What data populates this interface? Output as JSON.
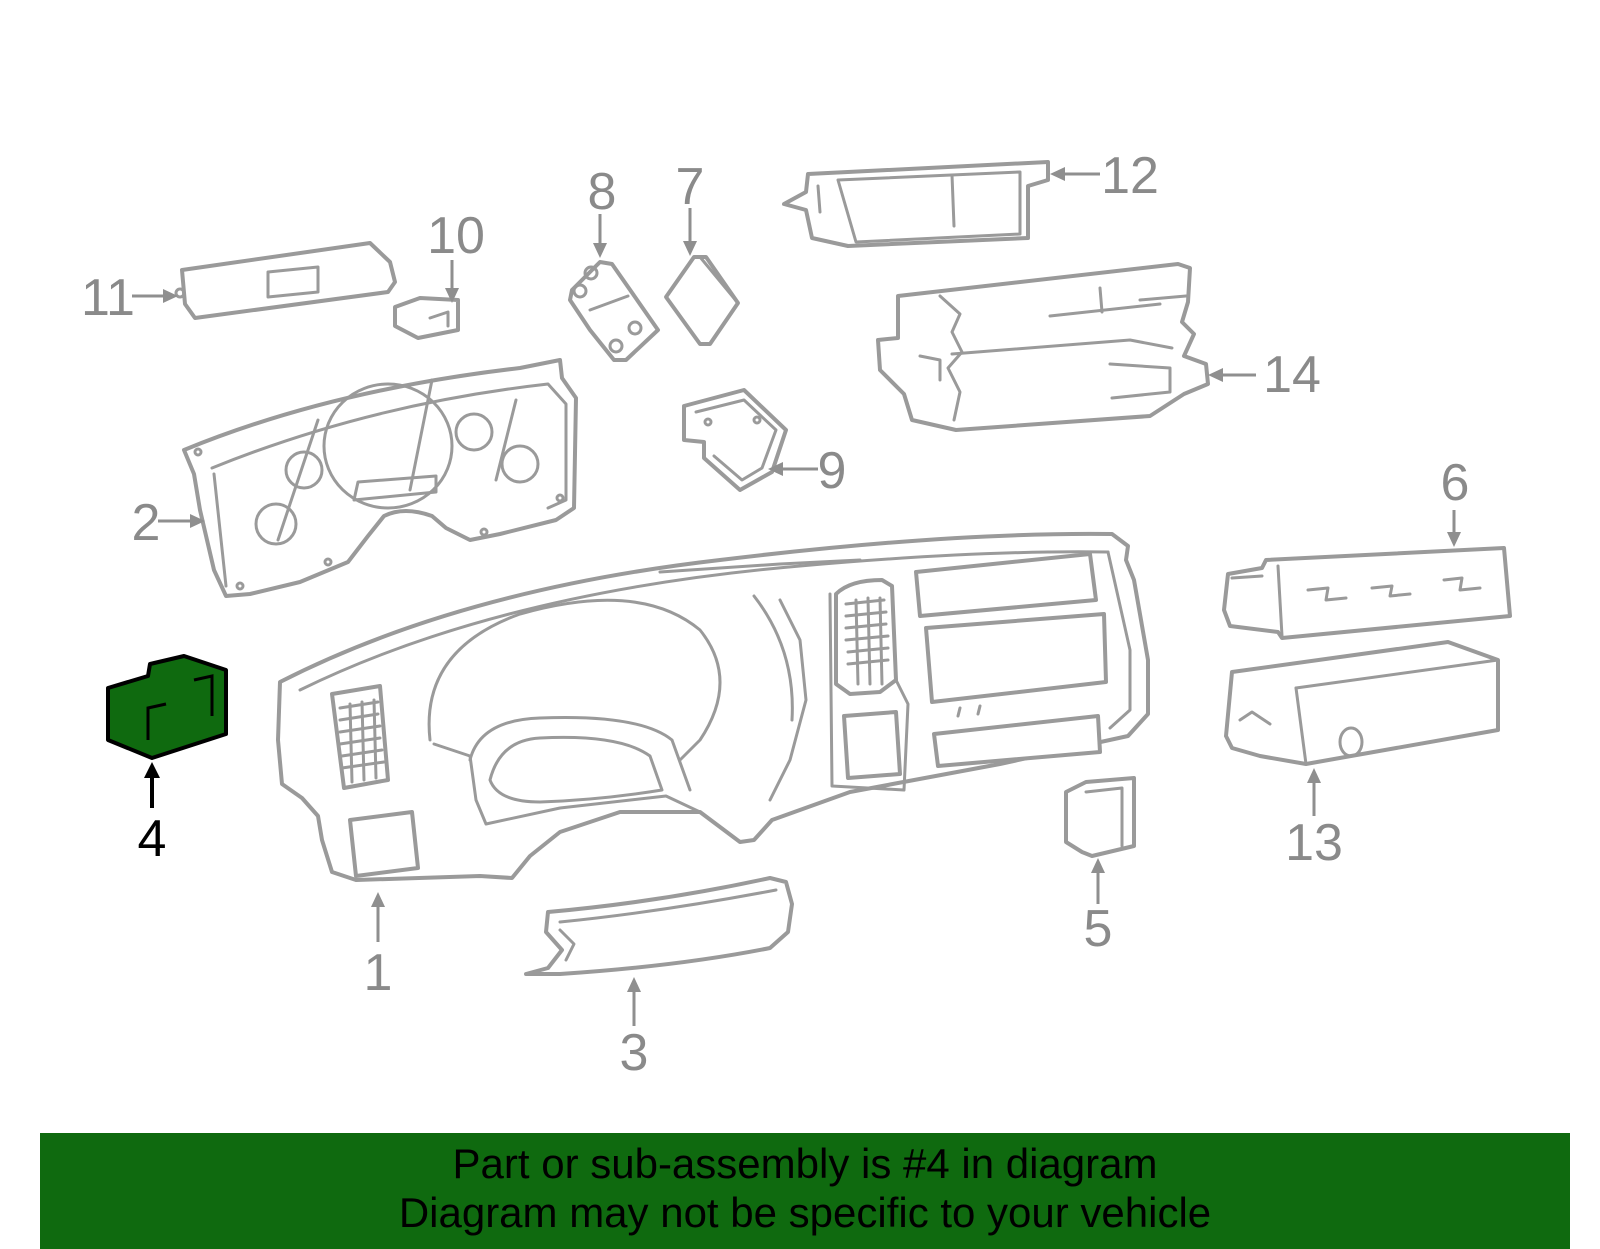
{
  "callouts": {
    "c1": "1",
    "c2": "2",
    "c3": "3",
    "c4": "4",
    "c5": "5",
    "c6": "6",
    "c7": "7",
    "c8": "8",
    "c9": "9",
    "c10": "10",
    "c11": "11",
    "c12": "12",
    "c13": "13",
    "c14": "14"
  },
  "highlighted_part": "4",
  "colors": {
    "highlight": "#0f6a0f",
    "line_art": "#9a9a9a",
    "highlight_outline": "#000000"
  },
  "banner": {
    "line1": "Part or sub-assembly is #4 in diagram",
    "line2": "Diagram may not be specific to your vehicle"
  }
}
